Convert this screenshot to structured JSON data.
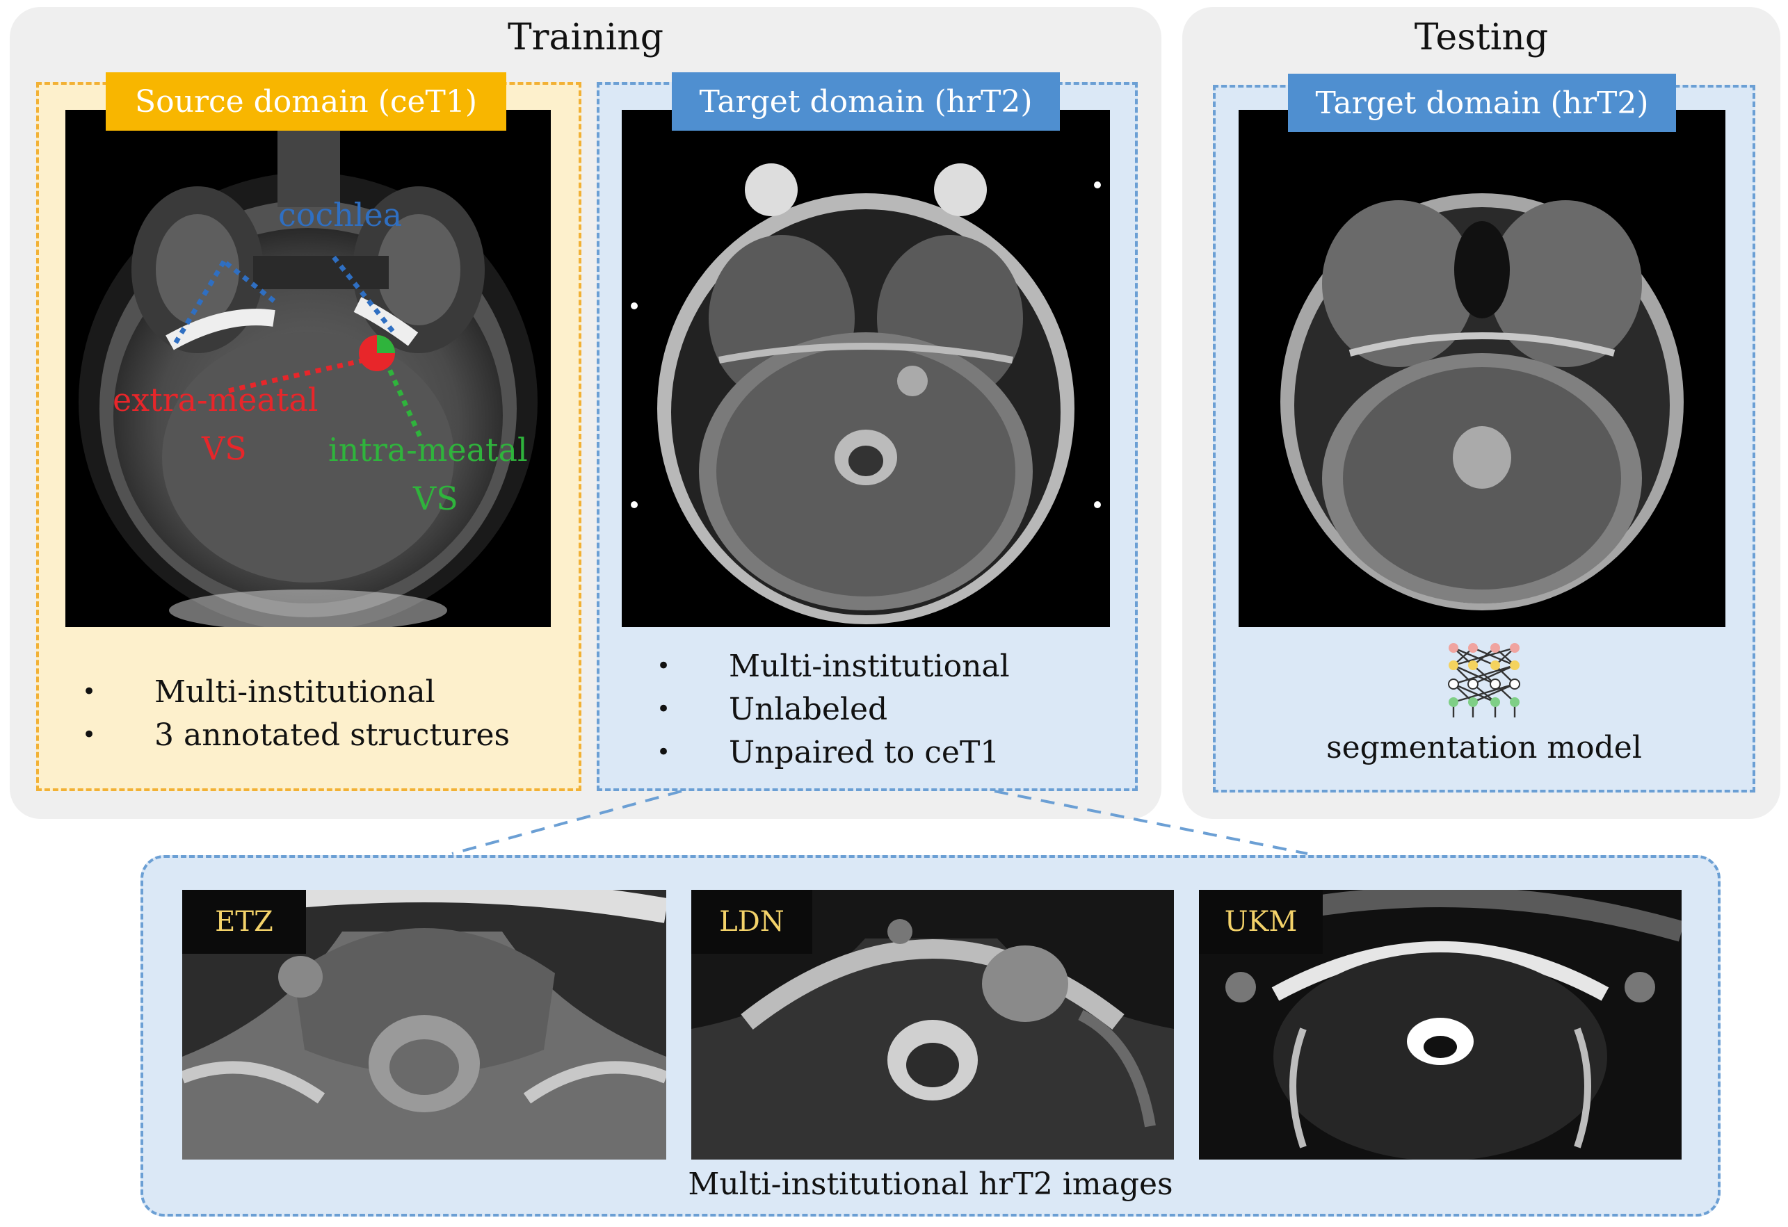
{
  "sections": {
    "training_title": "Training",
    "testing_title": "Testing"
  },
  "source_panel": {
    "label": "Source domain (ceT1)",
    "annotations": {
      "cochlea": "cochlea",
      "extra_meatal_1": "extra-meatal",
      "extra_meatal_2": "VS",
      "intra_meatal_1": "intra-meatal",
      "intra_meatal_2": "VS"
    },
    "bullets": [
      "Multi-institutional",
      "3 annotated structures"
    ]
  },
  "target_train_panel": {
    "label": "Target domain (hrT2)",
    "bullets": [
      "Multi-institutional",
      "Unlabeled",
      "Unpaired to ceT1"
    ]
  },
  "target_test_panel": {
    "label": "Target domain (hrT2)",
    "model_label": "segmentation model"
  },
  "institutions": {
    "items": [
      "ETZ",
      "LDN",
      "UKM"
    ],
    "caption": "Multi-institutional hrT2 images"
  },
  "colors": {
    "orange_accent": "#f8b600",
    "blue_accent": "#4f8fd0",
    "cochlea_annotation": "#2f6fc2",
    "extra_meatal_annotation": "#e8262a",
    "intra_meatal_annotation": "#2fb43c"
  },
  "icons": [
    "neural-network-icon"
  ]
}
